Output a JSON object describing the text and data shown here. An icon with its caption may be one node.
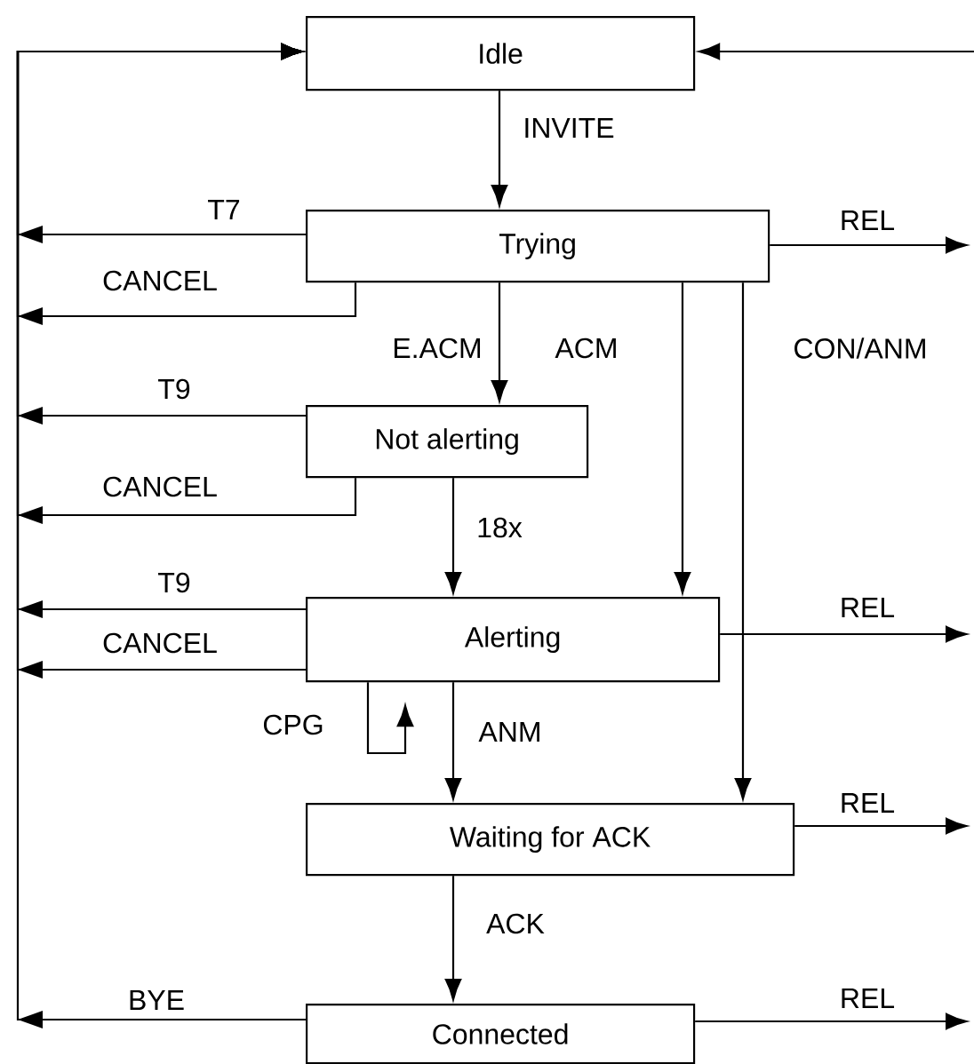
{
  "diagram": {
    "nodes": [
      {
        "text": [
          "Idle"
        ]
      },
      {
        "text": [
          "Trying"
        ]
      },
      {
        "text": [
          "Not alerting"
        ]
      },
      {
        "text": [
          "Alerting"
        ]
      },
      {
        "text": [
          "Waiting for ACK"
        ]
      },
      {
        "text": [
          "Connected"
        ]
      }
    ],
    "edges": [
      {
        "from": 0,
        "to": 1,
        "arrow": "to",
        "label": "INVITE"
      },
      {
        "from": 1,
        "to": 0,
        "arrow": "to",
        "label": "T7"
      },
      {
        "from": 1,
        "to": 0,
        "arrow": "to",
        "label": "CANCEL"
      },
      {
        "from": 1,
        "to": null,
        "arrow": "to",
        "label": "REL"
      },
      {
        "from": 1,
        "to": 2,
        "arrow": "to",
        "label": "E.ACM"
      },
      {
        "from": 1,
        "to": 3,
        "arrow": "to",
        "label": "ACM"
      },
      {
        "from": 1,
        "to": 4,
        "arrow": "to",
        "label": "CON/ANM"
      },
      {
        "from": 2,
        "to": 0,
        "arrow": "to",
        "label": "T9"
      },
      {
        "from": 2,
        "to": 0,
        "arrow": "to",
        "label": "CANCEL"
      },
      {
        "from": 2,
        "to": 3,
        "arrow": "to",
        "label": "18x"
      },
      {
        "from": 3,
        "to": 0,
        "arrow": "to",
        "label": "T9"
      },
      {
        "from": 3,
        "to": 0,
        "arrow": "to",
        "label": "CANCEL"
      },
      {
        "from": 3,
        "to": null,
        "arrow": "to",
        "label": "REL"
      },
      {
        "from": 3,
        "to": 3,
        "arrow": "to",
        "label": "CPG"
      },
      {
        "from": 3,
        "to": 4,
        "arrow": "to",
        "label": "ANM"
      },
      {
        "from": 4,
        "to": null,
        "arrow": "to",
        "label": "REL"
      },
      {
        "from": 4,
        "to": 5,
        "arrow": "to",
        "label": "ACK"
      },
      {
        "from": 5,
        "to": 0,
        "arrow": "to",
        "label": "BYE"
      },
      {
        "from": 5,
        "to": null,
        "arrow": "to",
        "label": "REL"
      },
      {
        "from": null,
        "to": 0,
        "arrow": "to"
      }
    ]
  }
}
